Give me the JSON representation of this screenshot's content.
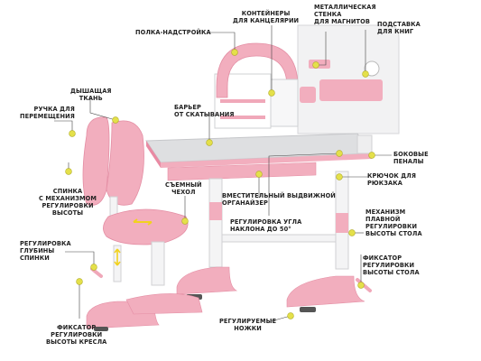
{
  "colors": {
    "pink": "#f2aebe",
    "pink_dark": "#e98aa3",
    "grey": "#d9dadc",
    "white": "#ffffff",
    "marker": "#e4e04a"
  },
  "labels": {
    "containers": "КОНТЕЙНЕРЫ\nДЛЯ КАНЦЕЛЯРИИ",
    "metal_wall": "МЕТАЛЛИЧЕСКАЯ\nСТЕНКА\nДЛЯ МАГНИТОВ",
    "book_stand": "ПОДСТАВКА\nДЛЯ КНИГ",
    "shelf": "ПОЛКА-НАДСТРОЙКА",
    "breathable": "ДЫШАЩАЯ\nТКАНЬ",
    "handle": "РУЧКА ДЛЯ\nПЕРЕМЕЩЕНИЯ",
    "barrier": "БАРЬЕР\nОТ СКАТЫВАНИЯ",
    "side_cases": "БОКОВЫЕ\nПЕНАЛЫ",
    "backrest": "СПИНКА\nС МЕХАНИЗМОМ\nРЕГУЛИРОВКИ\nВЫСОТЫ",
    "cover": "СЪЕМНЫЙ\nЧЕХОЛ",
    "drawer": "ВМЕСТИТЕЛЬНЫЙ ВЫДВИЖНОЙ\nОРГАНАЙЗЕР",
    "hook": "КРЮЧОК ДЛЯ\nРЮКЗАКА",
    "tilt": "РЕГУЛИРОВКА УГЛА\nНАКЛОНА ДО 50°",
    "desk_height": "МЕХАНИЗМ\nПЛАВНОЙ\nРЕГУЛИРОВКИ\nВЫСОТЫ СТОЛА",
    "depth": "РЕГУЛИРОВКА\nГЛУБИНЫ\nСПИНКИ",
    "desk_lock": "ФИКСАТОР\nРЕГУЛИРОВКИ\nВЫСОТЫ СТОЛА",
    "feet": "РЕГУЛИРУЕМЫЕ\nНОЖКИ",
    "chair_lock": "ФИКСАТОР\nРЕГУЛИРОВКИ\nВЫСОТЫ КРЕСЛА"
  }
}
